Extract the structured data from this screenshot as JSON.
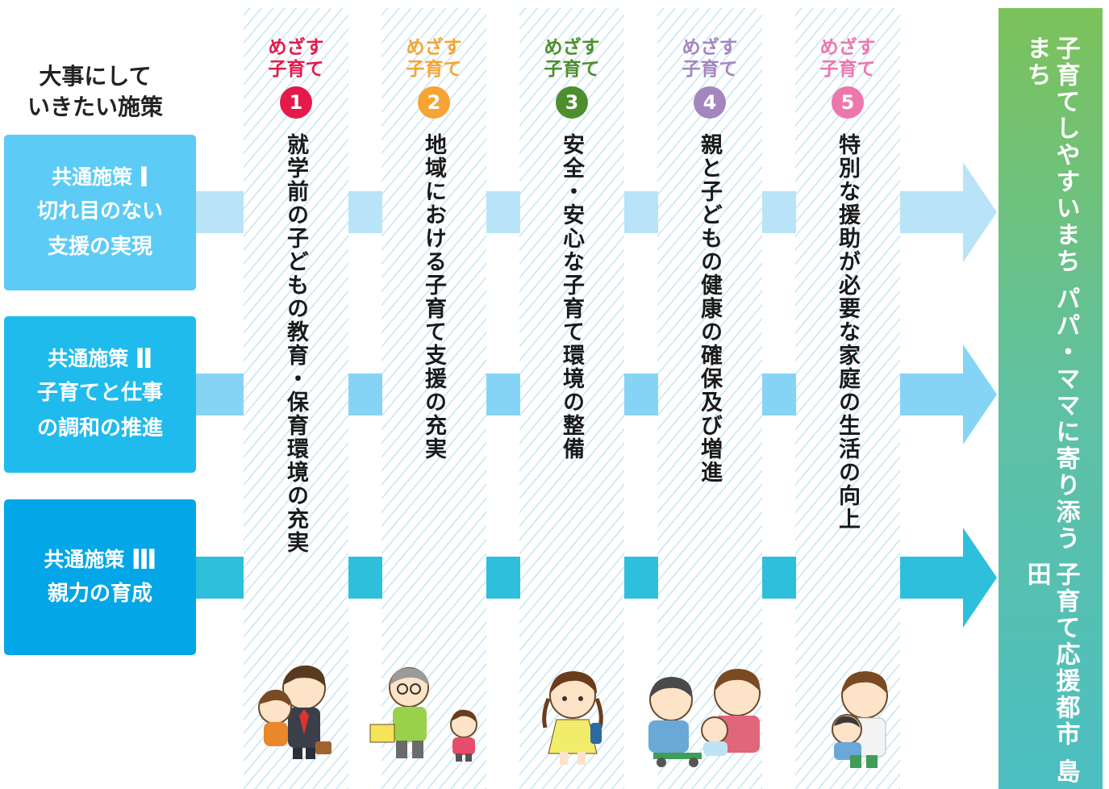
{
  "heading": {
    "line1": "大事にして",
    "line2": "いきたい施策"
  },
  "policies": [
    {
      "label": "共通施策",
      "roman": "Ⅰ",
      "line1": "切れ目のない",
      "line2": "支援の実現",
      "color": "#5ccbf5",
      "connector": "#b9e4f8"
    },
    {
      "label": "共通施策",
      "roman": "Ⅱ",
      "line1": "子育てと仕事",
      "line2": "の調和の推進",
      "color": "#1fbbec",
      "connector": "#86d4f5"
    },
    {
      "label": "共通施策",
      "roman": "Ⅲ",
      "line1": "親力の育成",
      "line2": "",
      "color": "#03a6e6",
      "connector": "#2ebfdc"
    }
  ],
  "goals": [
    {
      "label_line1": "めざす",
      "label_line2": "子育て",
      "number": "1",
      "title": "就学前の子どもの教育・保育環境の充実",
      "color": "#e5194a"
    },
    {
      "label_line1": "めざす",
      "label_line2": "子育て",
      "number": "2",
      "title": "地域における子育て支援の充実",
      "color": "#f6a434"
    },
    {
      "label_line1": "めざす",
      "label_line2": "子育て",
      "number": "3",
      "title": "安全・安心な子育て環境の整備",
      "color": "#4e8e2d"
    },
    {
      "label_line1": "めざす",
      "label_line2": "子育て",
      "number": "4",
      "title": "親と子どもの健康の確保及び増進",
      "color": "#a486bf"
    },
    {
      "label_line1": "めざす",
      "label_line2": "子育て",
      "number": "5",
      "title": "特別な援助が必要な家庭の生活の向上",
      "color": "#ec77ad"
    }
  ],
  "vision": {
    "line1": "子育てしやすいまち パパ・ママに寄り添うまち",
    "line2": "子育て応援都市 島田"
  },
  "icons": {
    "illustrations": [
      "father-with-child-illustration",
      "grandfather-with-child-illustration",
      "girl-with-backpack-illustration",
      "family-with-baby-illustration",
      "mother-with-baby-illustration"
    ]
  }
}
